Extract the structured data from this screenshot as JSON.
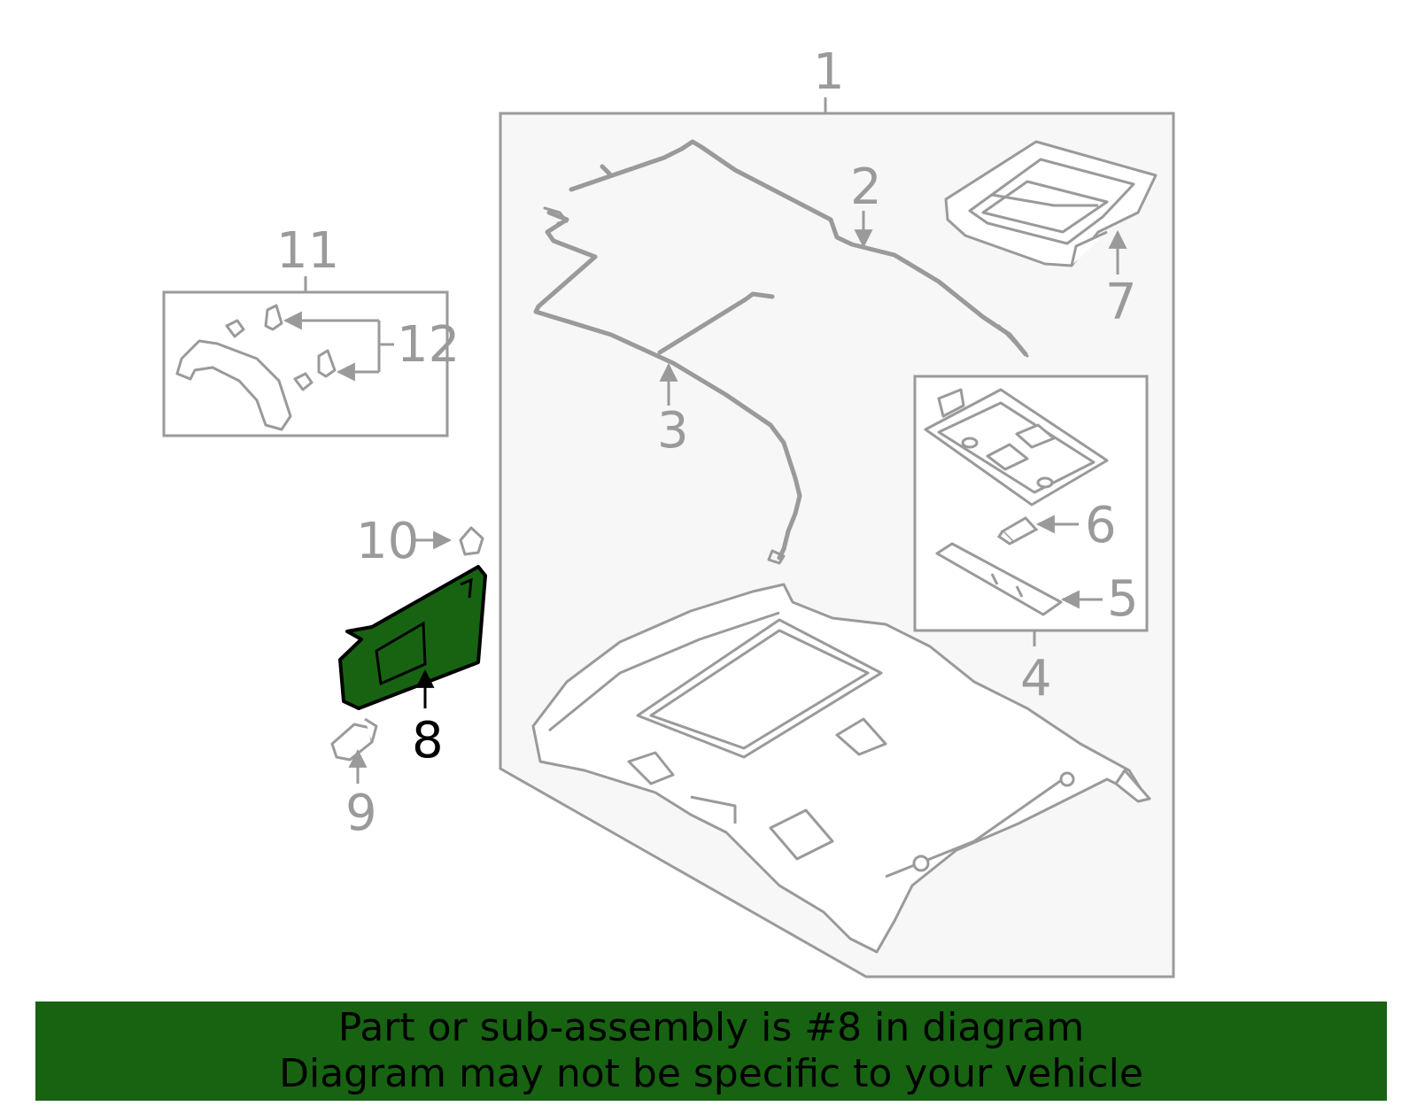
{
  "diagram": {
    "callouts": {
      "c1": "1",
      "c2": "2",
      "c3": "3",
      "c4": "4",
      "c5": "5",
      "c6": "6",
      "c7": "7",
      "c8": "8",
      "c9": "9",
      "c10": "10",
      "c11": "11",
      "c12": "12"
    },
    "highlighted_part": "8",
    "colors": {
      "line": "#9a9a9a",
      "highlight": "#176312",
      "panel": "#f7f7f7",
      "banner": "#176312"
    }
  },
  "banner": {
    "line1": "Part or sub-assembly is #8 in diagram",
    "line2": "Diagram may not be specific to your vehicle"
  }
}
